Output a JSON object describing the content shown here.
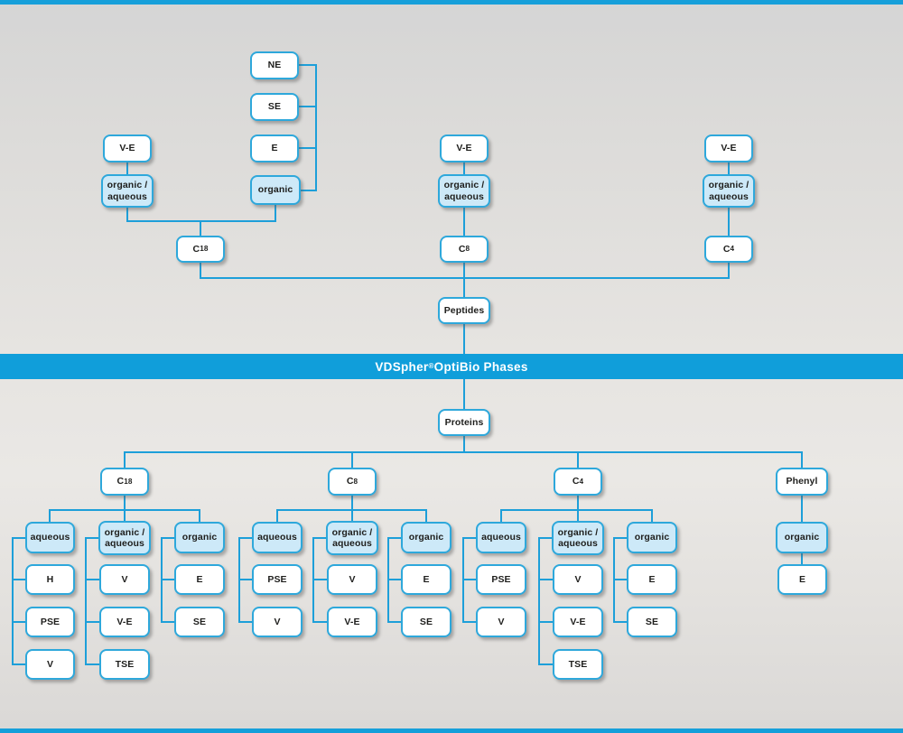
{
  "banner": {
    "title": "VDSpher® OptiBio Phases"
  },
  "colors": {
    "accent_blue": "#169fda",
    "banner_blue": "#109eda",
    "line_blue": "#1d9fd9",
    "box_border": "#2ea8db",
    "category_fill": "#cde9f8",
    "box_fill": "#ffffff",
    "text": "#1e1e1c"
  },
  "diagram": {
    "peptides": {
      "label": "Peptides",
      "columns": [
        {
          "label": "C18",
          "categories": [
            {
              "label": "organic / aqueous",
              "children": [
                "V-E"
              ]
            },
            {
              "label": "organic",
              "children": [
                "NE",
                "SE",
                "E"
              ]
            }
          ]
        },
        {
          "label": "C8",
          "categories": [
            {
              "label": "organic / aqueous",
              "children": [
                "V-E"
              ]
            }
          ]
        },
        {
          "label": "C4",
          "categories": [
            {
              "label": "organic / aqueous",
              "children": [
                "V-E"
              ]
            }
          ]
        }
      ]
    },
    "proteins": {
      "label": "Proteins",
      "columns": [
        {
          "label": "C18",
          "categories": [
            {
              "label": "aqueous",
              "children": [
                "H",
                "PSE",
                "V"
              ]
            },
            {
              "label": "organic / aqueous",
              "children": [
                "V",
                "V-E",
                "TSE"
              ]
            },
            {
              "label": "organic",
              "children": [
                "E",
                "SE"
              ]
            }
          ]
        },
        {
          "label": "C8",
          "categories": [
            {
              "label": "aqueous",
              "children": [
                "PSE",
                "V"
              ]
            },
            {
              "label": "organic / aqueous",
              "children": [
                "V",
                "V-E"
              ]
            },
            {
              "label": "organic",
              "children": [
                "E",
                "SE"
              ]
            }
          ]
        },
        {
          "label": "C4",
          "categories": [
            {
              "label": "aqueous",
              "children": [
                "PSE",
                "V"
              ]
            },
            {
              "label": "organic / aqueous",
              "children": [
                "V",
                "V-E",
                "TSE"
              ]
            },
            {
              "label": "organic",
              "children": [
                "E",
                "SE"
              ]
            }
          ]
        },
        {
          "label": "Phenyl",
          "categories": [
            {
              "label": "organic",
              "children": [
                "E"
              ]
            }
          ]
        }
      ]
    }
  }
}
